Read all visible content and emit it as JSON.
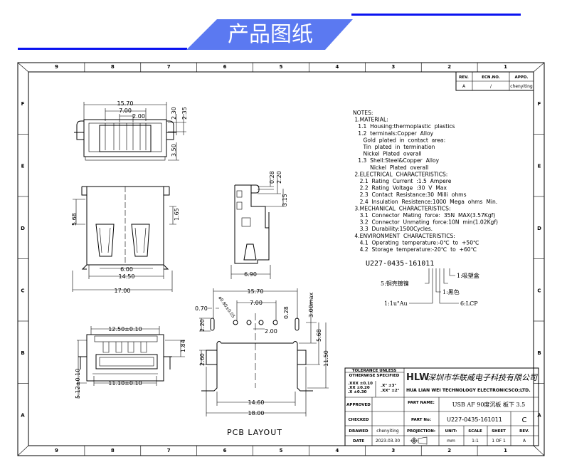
{
  "banner": {
    "title": "产品图纸",
    "accent_color": "#5b79f1",
    "line_color": "#0a14f0"
  },
  "frame": {
    "columns": [
      "9",
      "8",
      "7",
      "6",
      "5",
      "4",
      "3",
      "2",
      "1"
    ],
    "rows": [
      "F",
      "E",
      "D",
      "C",
      "B",
      "A"
    ]
  },
  "revision_table": {
    "headers": [
      "REV.",
      "ECN.NO.",
      "APPD."
    ],
    "row": [
      "A",
      "/",
      "chenyiting"
    ]
  },
  "notes": [
    "NOTES:",
    " 1.MATERIAL:",
    "   1.1  Housing:thermoplastic  plastics",
    "   1.2  terminals:Copper  Alloy",
    "      Gold  plated  in  contact  area:",
    "      Tin  plated  in  termination",
    "      Nickel  Plated  overall",
    "   1.3  Shell:Steel&Copper  Alloy",
    "          Nickel  Plated  overall",
    " 2.ELECTRICAL  CHARACTERISTICS:",
    "    2.1  Rating  Current  :1.5  Ampere",
    "    2.2  Rating  Voltage  :30  V  Max",
    "    2.3  Contact  Resistance:30  Milli  ohms",
    "    2.4  Insulation  Resistence:1000  Mega  ohms  Min.",
    " 3.MECHANICAL  CHARACTERISTICS:",
    "    3.1  Connector  Mating  force:  35N  MAX(3.57Kgf)",
    "    3.2  Connector  Unmating  force:10N  min(1.02Kgf)",
    "    3.3  Durability:1500Cycles.",
    " 4.ENVIRONMENT  CHARACTERISTICS:",
    "    4.1  Operating  temperature:-0℃  to  +50℃",
    "    4.2  Storage  temperature:-20℃  to  +60℃"
  ],
  "part_code": {
    "code": "U227-0435-161011",
    "callouts": [
      "1:吸塑盒",
      "1:黑色",
      "6:LCP",
      "5:铜壳镀镍",
      "1:1u\"Au"
    ]
  },
  "dimensions": {
    "front_top": [
      "15.70",
      "7.00",
      "2.00",
      "2.30",
      "2.35",
      "3.50"
    ],
    "front_bottom": [
      "5.68",
      "1.65",
      "6.00",
      "14.50",
      "17.00"
    ],
    "side": [
      "0.28",
      "2.20",
      "3.15",
      "6.90"
    ],
    "rear": [
      "12.50±0.10",
      "1.84",
      "5.12±0.10",
      "11.10±0.10"
    ],
    "pcb": [
      "15.70",
      "7.00",
      "0.70",
      "ø0.80±0.05",
      "0.28",
      "3.00max",
      "2.20",
      "2.00",
      "2.60",
      "5.68",
      "11.50",
      "14.60",
      "18.00"
    ]
  },
  "pcb_label": "PCB LAYOUT",
  "title_block": {
    "tolerance_title": [
      "TOLERANCE  UNLESS",
      "OTHERWISE  SPECIFIED"
    ],
    "tolerance_linear": [
      ".XXX  ±0.10",
      ".XX   ±0.20",
      ".X    ±0.30"
    ],
    "tolerance_angle": [
      ".X°   ±3°",
      ".XX°  ±2°"
    ],
    "logo": "HLW",
    "company_cn": "深圳市华联威电子科技有限公司",
    "company_en": "HUA LIAN WEI TECHNOLOGY ELECTRONICSCO;LTD.",
    "approved_label": "APPROVED",
    "checked_label": "CHECKED",
    "drawed_label": "DRAWED",
    "drawed_value": "chenyiting",
    "date_label": "DATE",
    "date_value": "2023.03.30",
    "part_name_label": "PART NAME:",
    "part_name_value": "USB AF 90度沉板 板下 3.5",
    "part_no_label": "PART No:",
    "part_no_value": "U227-0435-161011",
    "part_rev": "C",
    "projection_label": "PROJECTION:",
    "unit_label": "UNIT:",
    "unit_value": "mm",
    "scale_label": "SCALE",
    "scale_value": "1:1",
    "sheet_label": "SHEET",
    "sheet_value": "1 OF 1",
    "rev_label": "REV.",
    "rev_value": "A"
  }
}
